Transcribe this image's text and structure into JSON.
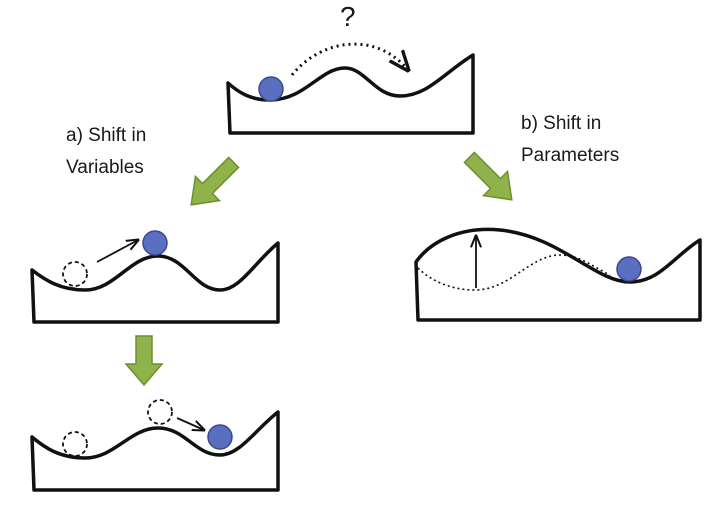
{
  "question_mark": "?",
  "label_a": {
    "line1": "a) Shift in",
    "line2": "Variables"
  },
  "label_b": {
    "line1": "b) Shift in",
    "line2": "Parameters"
  },
  "colors": {
    "ball": "#5b6fc0",
    "ball_stroke": "#3a4a8c",
    "arrow_fill": "#8fb34a",
    "arrow_stroke": "#6e8f2e",
    "line": "#111111"
  }
}
